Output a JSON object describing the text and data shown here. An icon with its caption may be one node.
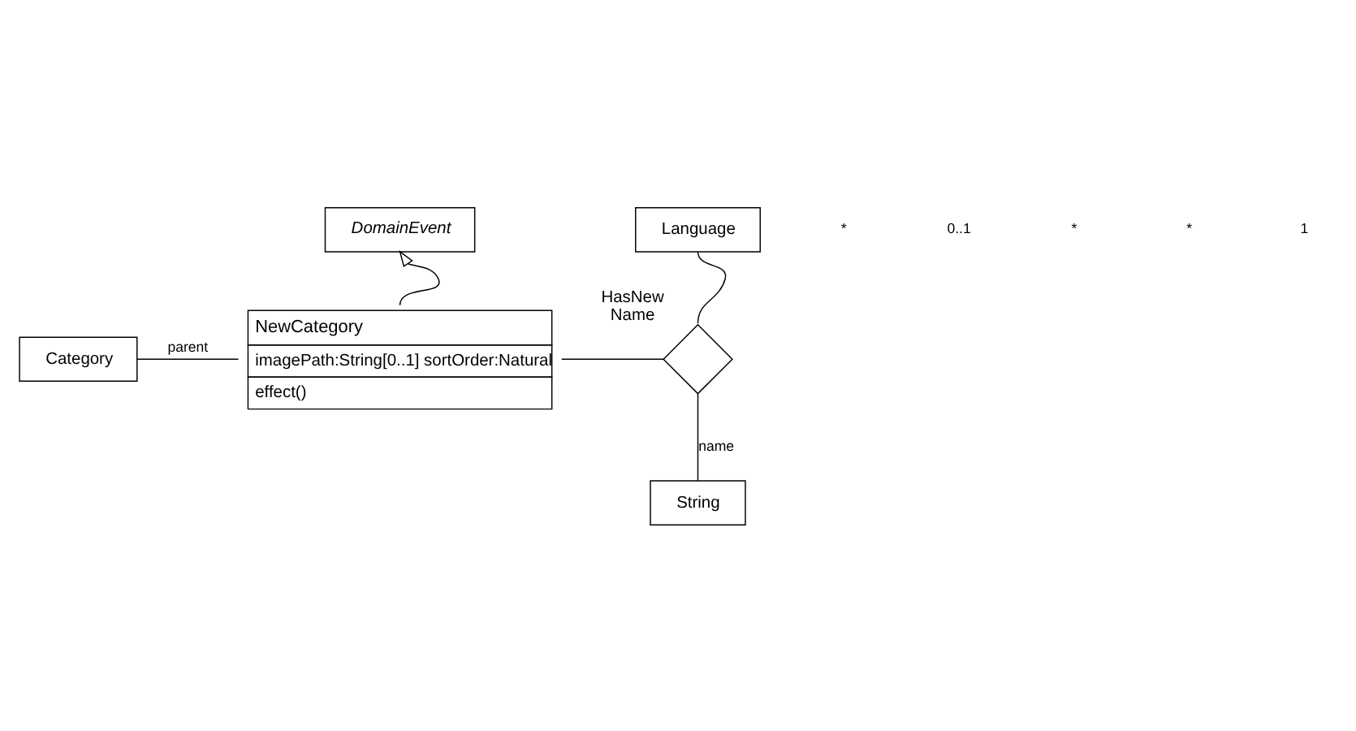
{
  "diagram": {
    "nodes": [
      {
        "text": [
          "DomainEvent"
        ]
      },
      {
        "text": [
          "Language"
        ]
      },
      {
        "text": [
          "NewCategory",
          "imagePath:String[0..1] sortOrder:Natural",
          "effect()"
        ]
      },
      {
        "text": [
          "Category"
        ]
      },
      {
        "text": [],
        "shape": "diamond",
        "beside": [
          "HasNew Name"
        ]
      },
      {
        "text": [
          "String"
        ]
      }
    ],
    "edges": [
      {
        "from": 2,
        "to": 0,
        "arrow": "to"
      },
      {
        "from": 3,
        "to": 2,
        "arrow": "none",
        "label": "parent"
      },
      {
        "from": 2,
        "to": 4,
        "arrow": "none"
      },
      {
        "from": 4,
        "to": 1,
        "arrow": "none"
      },
      {
        "from": 4,
        "to": 5,
        "arrow": "none",
        "label": "name"
      }
    ],
    "labels": [
      "*",
      "0..1",
      "*",
      "*",
      "1"
    ]
  }
}
